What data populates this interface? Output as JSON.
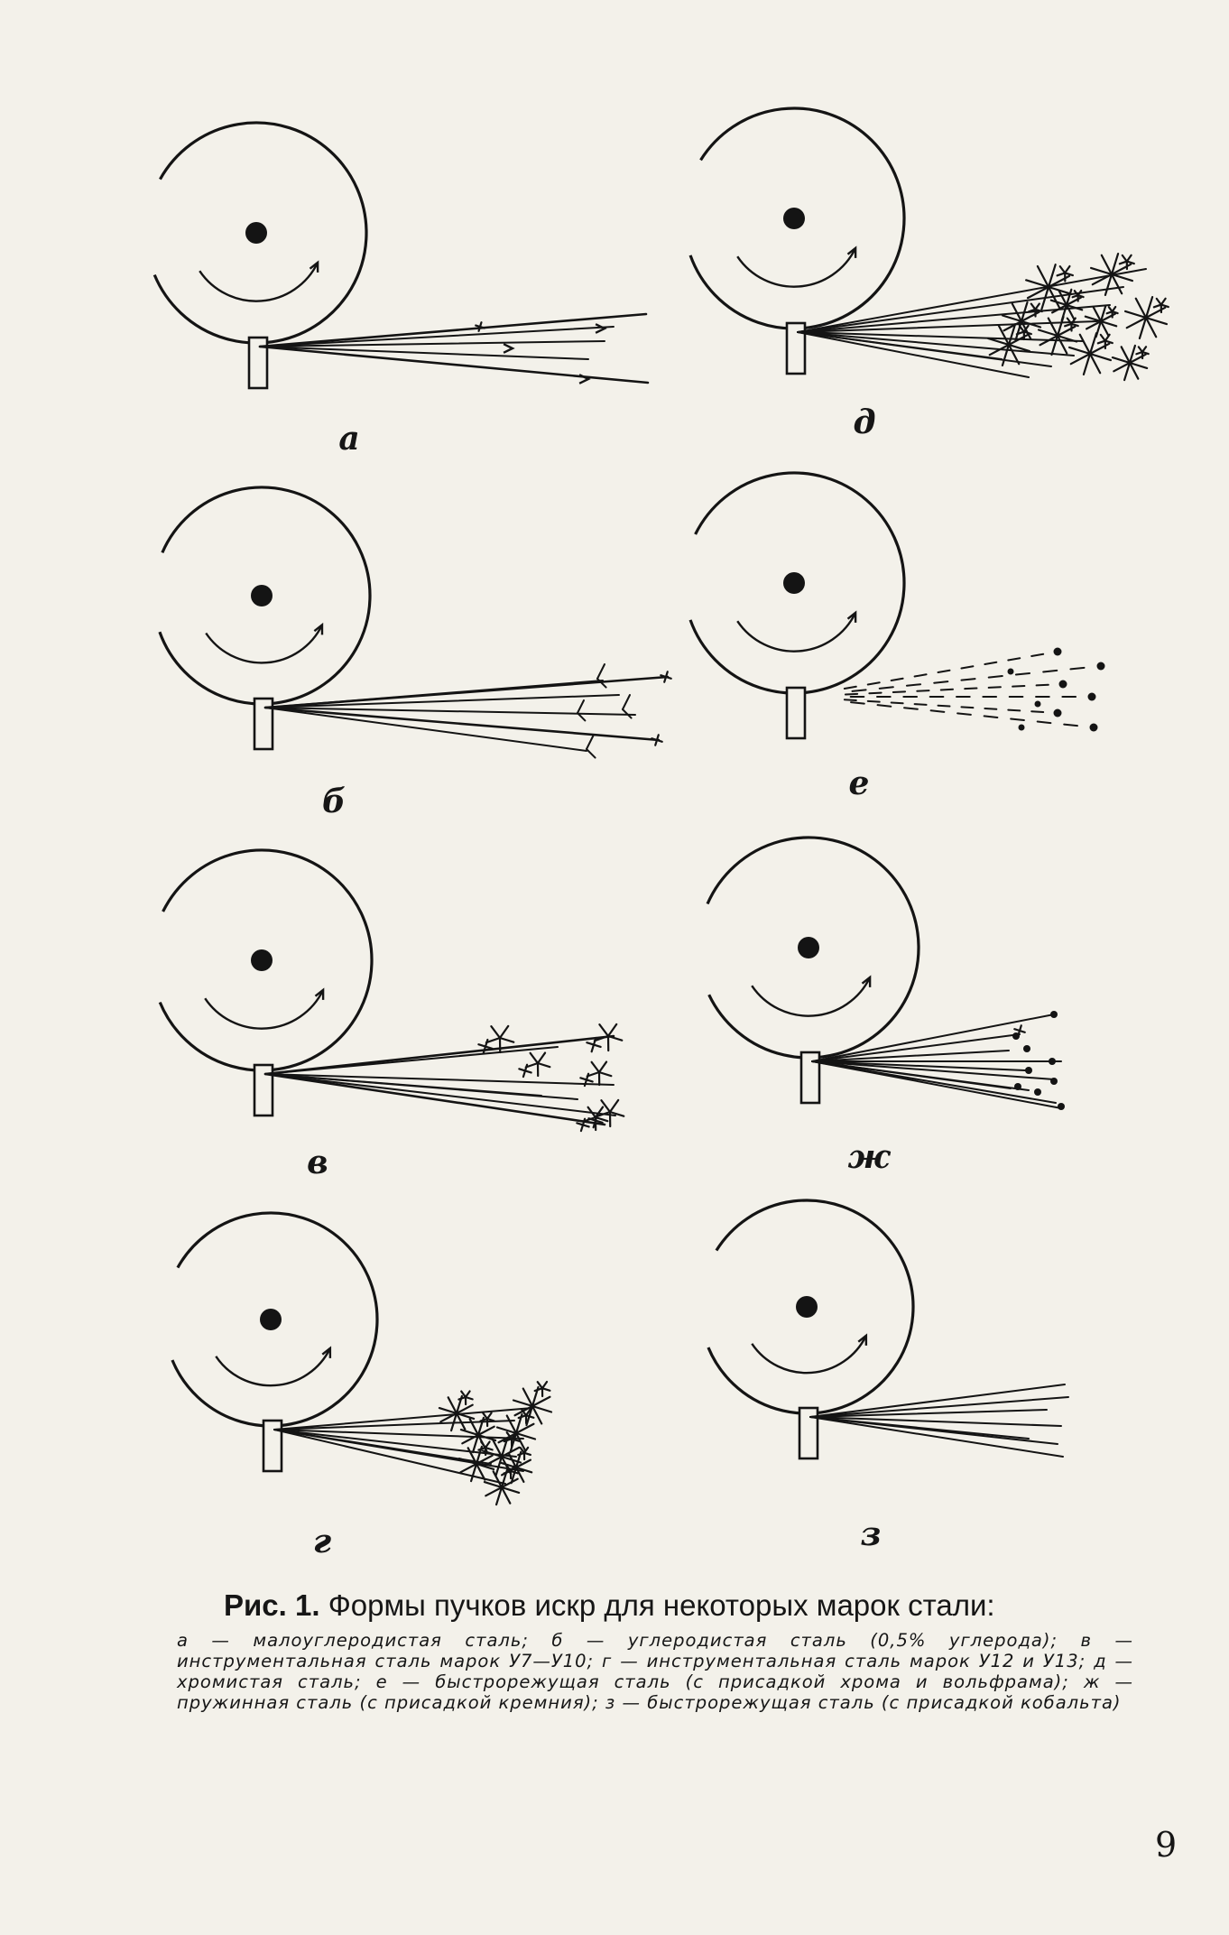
{
  "figure": {
    "panels": [
      {
        "id": "a",
        "label": "а",
        "spark_type": "plain-arrow"
      },
      {
        "id": "d",
        "label": "д",
        "spark_type": "chromium-star-bursts"
      },
      {
        "id": "b",
        "label": "б",
        "spark_type": "forked-ends"
      },
      {
        "id": "e",
        "label": "е",
        "spark_type": "dashed-dots"
      },
      {
        "id": "v",
        "label": "в",
        "spark_type": "branching-stars"
      },
      {
        "id": "zh",
        "label": "ж",
        "spark_type": "dense-dots"
      },
      {
        "id": "g",
        "label": "г",
        "spark_type": "dense-star-bursts"
      },
      {
        "id": "z",
        "label": "з",
        "spark_type": "plain-lines"
      }
    ]
  },
  "caption": {
    "prefix": "Рис. 1.",
    "title": "Формы пучков искр для некоторых марок стали:",
    "body": "а — малоуглеродистая сталь; б — углеродистая сталь (0,5% углерода); в — инструментальная сталь марок У7—У10; г — инструментальная сталь марок У12 и У13; д — хромистая сталь; е — быстрорежущая сталь (с присадкой хрома и вольфрама); ж — пружинная сталь (с присадкой кремния); з — быстрорежущая сталь (с присадкой кобальта)"
  },
  "page_number": "9"
}
